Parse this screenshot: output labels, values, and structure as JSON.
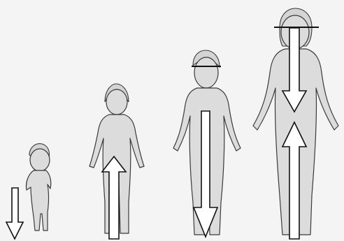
{
  "diagram": {
    "type": "growth-proportions-illustration",
    "figures": [
      "toddler",
      "young-child",
      "older-child",
      "adult"
    ],
    "arrow_colors": {
      "fill": "#ffffff",
      "stroke": "#111111"
    },
    "figure_color": "#dcdcdc"
  }
}
